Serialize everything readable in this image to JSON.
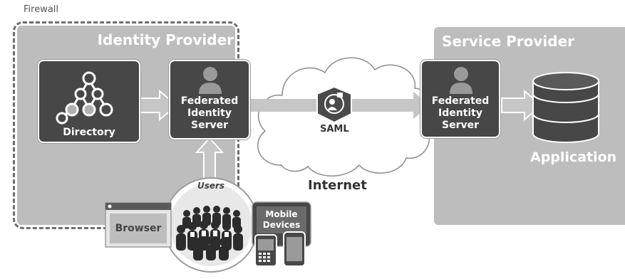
{
  "firewall_label": "Firewall",
  "identity_provider": {
    "title": "Identity Provider",
    "directory_label": "Directory",
    "federated_server_label": [
      "Federated",
      "Identity",
      "Server"
    ]
  },
  "service_provider": {
    "title": "Service Provider",
    "federated_server_label": [
      "Federated",
      "Identity",
      "Server"
    ],
    "application_label": "Application"
  },
  "internet_label": "Internet",
  "saml_label": "SAML",
  "users_label": "Users",
  "browser_label": "Browser",
  "mobile_label": [
    "Mobile",
    "Devices"
  ],
  "colors": {
    "zone_gray": "#bdbdbd",
    "box_dark": "#474747",
    "arrow_gray": "#c6c6c6"
  }
}
